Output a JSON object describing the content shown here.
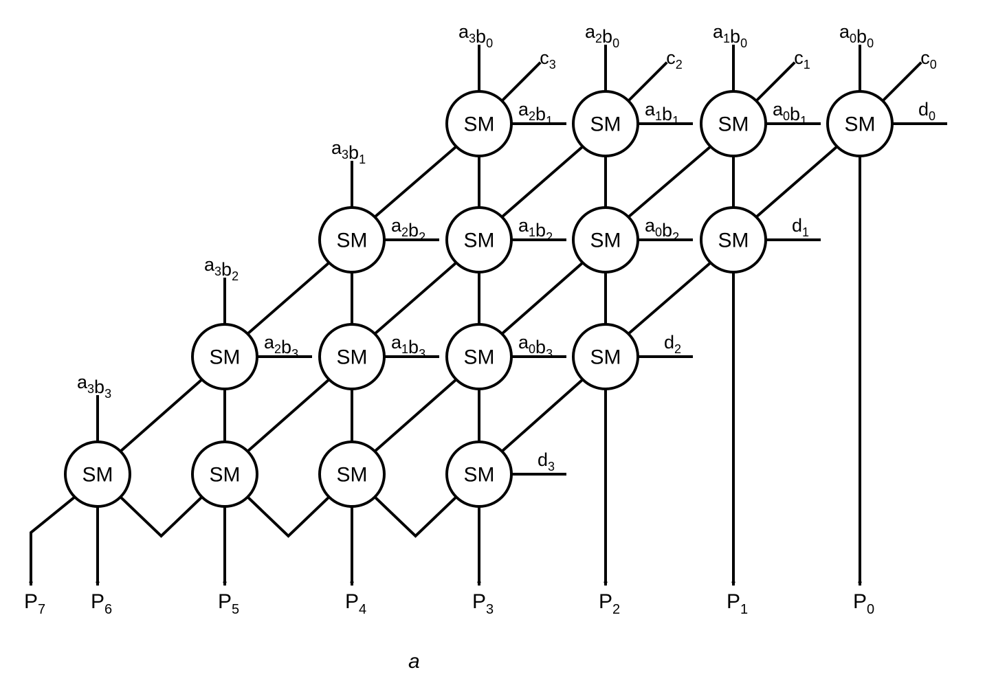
{
  "cell_label": "SM",
  "cells": [
    {
      "id": "r0c3",
      "row": 0,
      "col": 3
    },
    {
      "id": "r0c4",
      "row": 0,
      "col": 4
    },
    {
      "id": "r0c5",
      "row": 0,
      "col": 5
    },
    {
      "id": "r0c6",
      "row": 0,
      "col": 6
    },
    {
      "id": "r1c2",
      "row": 1,
      "col": 2
    },
    {
      "id": "r1c3",
      "row": 1,
      "col": 3
    },
    {
      "id": "r1c4",
      "row": 1,
      "col": 4
    },
    {
      "id": "r1c5",
      "row": 1,
      "col": 5
    },
    {
      "id": "r2c1",
      "row": 2,
      "col": 1
    },
    {
      "id": "r2c2",
      "row": 2,
      "col": 2
    },
    {
      "id": "r2c3",
      "row": 2,
      "col": 3
    },
    {
      "id": "r2c4",
      "row": 2,
      "col": 4
    },
    {
      "id": "r3c0",
      "row": 3,
      "col": 0
    },
    {
      "id": "r3c1",
      "row": 3,
      "col": 1
    },
    {
      "id": "r3c2",
      "row": 3,
      "col": 2
    },
    {
      "id": "r3c3",
      "row": 3,
      "col": 3
    }
  ],
  "top_inputs": [
    {
      "cell": "r0c3",
      "text": [
        [
          "a",
          "3"
        ],
        [
          "b",
          "0"
        ]
      ]
    },
    {
      "cell": "r0c4",
      "text": [
        [
          "a",
          "2"
        ],
        [
          "b",
          "0"
        ]
      ]
    },
    {
      "cell": "r0c5",
      "text": [
        [
          "a",
          "1"
        ],
        [
          "b",
          "0"
        ]
      ]
    },
    {
      "cell": "r0c6",
      "text": [
        [
          "a",
          "0"
        ],
        [
          "b",
          "0"
        ]
      ]
    },
    {
      "cell": "r1c2",
      "text": [
        [
          "a",
          "3"
        ],
        [
          "b",
          "1"
        ]
      ]
    },
    {
      "cell": "r2c1",
      "text": [
        [
          "a",
          "3"
        ],
        [
          "b",
          "2"
        ]
      ]
    },
    {
      "cell": "r3c0",
      "text": [
        [
          "a",
          "3"
        ],
        [
          "b",
          "3"
        ]
      ]
    }
  ],
  "carry_inputs": [
    {
      "cell": "r0c3",
      "text": [
        [
          "c",
          "3"
        ]
      ]
    },
    {
      "cell": "r0c4",
      "text": [
        [
          "c",
          "2"
        ]
      ]
    },
    {
      "cell": "r0c5",
      "text": [
        [
          "c",
          "1"
        ]
      ]
    },
    {
      "cell": "r0c6",
      "text": [
        [
          "c",
          "0"
        ]
      ]
    }
  ],
  "horizontal_inputs": [
    {
      "from": "r0c3",
      "text": [
        [
          "a",
          "2"
        ],
        [
          "b",
          "1"
        ]
      ]
    },
    {
      "from": "r0c4",
      "text": [
        [
          "a",
          "1"
        ],
        [
          "b",
          "1"
        ]
      ]
    },
    {
      "from": "r0c5",
      "text": [
        [
          "a",
          "0"
        ],
        [
          "b",
          "1"
        ]
      ]
    },
    {
      "from": "r1c2",
      "text": [
        [
          "a",
          "2"
        ],
        [
          "b",
          "2"
        ]
      ]
    },
    {
      "from": "r1c3",
      "text": [
        [
          "a",
          "1"
        ],
        [
          "b",
          "2"
        ]
      ]
    },
    {
      "from": "r1c4",
      "text": [
        [
          "a",
          "0"
        ],
        [
          "b",
          "2"
        ]
      ]
    },
    {
      "from": "r2c1",
      "text": [
        [
          "a",
          "2"
        ],
        [
          "b",
          "3"
        ]
      ]
    },
    {
      "from": "r2c2",
      "text": [
        [
          "a",
          "1"
        ],
        [
          "b",
          "3"
        ]
      ]
    },
    {
      "from": "r2c3",
      "text": [
        [
          "a",
          "0"
        ],
        [
          "b",
          "3"
        ]
      ]
    }
  ],
  "d_inputs": [
    {
      "cell": "r0c6",
      "text": [
        [
          "d",
          "0"
        ]
      ]
    },
    {
      "cell": "r1c5",
      "text": [
        [
          "d",
          "1"
        ]
      ]
    },
    {
      "cell": "r2c4",
      "text": [
        [
          "d",
          "2"
        ]
      ]
    },
    {
      "cell": "r3c3",
      "text": [
        [
          "d",
          "3"
        ]
      ]
    }
  ],
  "outputs": [
    {
      "label": "P",
      "sub": "7"
    },
    {
      "label": "P",
      "sub": "6"
    },
    {
      "label": "P",
      "sub": "5"
    },
    {
      "label": "P",
      "sub": "4"
    },
    {
      "label": "P",
      "sub": "3"
    },
    {
      "label": "P",
      "sub": "2"
    },
    {
      "label": "P",
      "sub": "1"
    },
    {
      "label": "P",
      "sub": "0"
    }
  ],
  "caption": "a"
}
